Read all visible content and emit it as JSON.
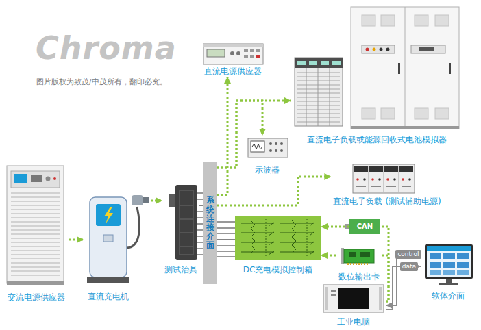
{
  "diagram": {
    "nodes": [
      {
        "text": [
          "直流电源供应器"
        ]
      },
      {
        "text": [
          "直流电子负载或能源回收式电池模拟器"
        ]
      },
      {
        "text": [
          "示波器"
        ]
      },
      {
        "text": [
          "系统连接介面"
        ]
      },
      {
        "text": [
          "直流电子负载 (测试辅助电源)"
        ]
      },
      {
        "text": [
          "交流电源供应器"
        ]
      },
      {
        "text": [
          "直流充电机"
        ]
      },
      {
        "text": [
          "测试治具"
        ]
      },
      {
        "text": [
          "DC充电模拟控制箱"
        ]
      },
      {
        "text": [
          "CAN"
        ]
      },
      {
        "text": [
          "数位输出卡"
        ]
      },
      {
        "text": [
          "工业电脑"
        ]
      },
      {
        "text": [
          "软体介面"
        ]
      }
    ],
    "edges": [
      {
        "from": 5,
        "to": 6,
        "arrow": "to"
      },
      {
        "from": 6,
        "to": 7,
        "arrow": "to"
      },
      {
        "from": 7,
        "to": 3,
        "arrow": "none"
      },
      {
        "from": 3,
        "to": 0,
        "arrow": "to"
      },
      {
        "from": 3,
        "to": 1,
        "arrow": "to"
      },
      {
        "from": 3,
        "to": 2,
        "arrow": "to"
      },
      {
        "from": 3,
        "to": 4,
        "arrow": "to"
      },
      {
        "from": 3,
        "to": 8,
        "arrow": "none"
      },
      {
        "from": 9,
        "to": 8,
        "arrow": "to"
      },
      {
        "from": 10,
        "to": 8,
        "arrow": "to"
      },
      {
        "from": 11,
        "to": 9,
        "arrow": "none"
      },
      {
        "from": 11,
        "to": 10,
        "arrow": "none"
      },
      {
        "from": 12,
        "to": 11,
        "label": "control",
        "arrow": "to"
      },
      {
        "from": 11,
        "to": 12,
        "label": "data",
        "arrow": "to"
      }
    ],
    "labels": [
      "Chroma",
      "图片版权为致茂/中茂所有，翻印必究。"
    ]
  }
}
